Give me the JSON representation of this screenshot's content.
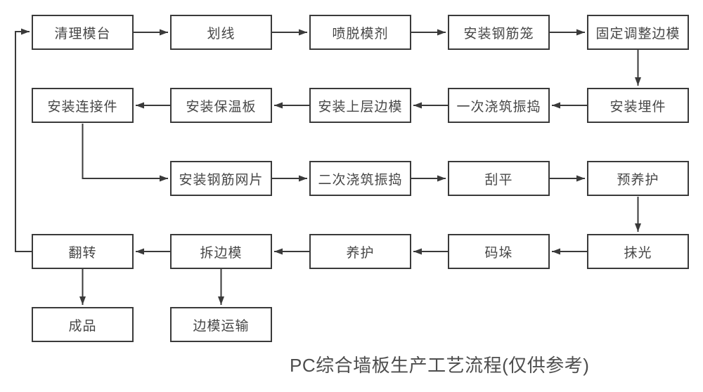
{
  "title": "PC综合墙板生产工艺流程(仅供参考)",
  "colors": {
    "line": "#3a3a3a",
    "box_border": "#3a3a3a",
    "text": "#474747",
    "background": "#ffffff"
  },
  "nodes": [
    {
      "id": "clean-mold-table",
      "label": "清理模台"
    },
    {
      "id": "marking",
      "label": "划线"
    },
    {
      "id": "spray-release-agent",
      "label": "喷脱模剂"
    },
    {
      "id": "install-rebar-cage",
      "label": "安装钢筋笼"
    },
    {
      "id": "fix-adjust-side-mold",
      "label": "固定调整边模"
    },
    {
      "id": "install-embedded-parts",
      "label": "安装埋件"
    },
    {
      "id": "first-pour-vibrate",
      "label": "一次浇筑振捣"
    },
    {
      "id": "install-upper-side-mold",
      "label": "安装上层边模"
    },
    {
      "id": "install-insulation-board",
      "label": "安装保温板"
    },
    {
      "id": "install-connectors",
      "label": "安装连接件"
    },
    {
      "id": "install-rebar-mesh",
      "label": "安装钢筋网片"
    },
    {
      "id": "second-pour-vibrate",
      "label": "二次浇筑振捣"
    },
    {
      "id": "screed",
      "label": "刮平"
    },
    {
      "id": "pre-curing",
      "label": "预养护"
    },
    {
      "id": "trowel",
      "label": "抹光"
    },
    {
      "id": "stacking",
      "label": "码垛"
    },
    {
      "id": "curing",
      "label": "养护"
    },
    {
      "id": "remove-side-mold",
      "label": "拆边模"
    },
    {
      "id": "flip",
      "label": "翻转"
    },
    {
      "id": "finished-product",
      "label": "成品"
    },
    {
      "id": "side-mold-transport",
      "label": "边模运输"
    }
  ],
  "edges": [
    {
      "from": "clean-mold-table",
      "to": "marking"
    },
    {
      "from": "marking",
      "to": "spray-release-agent"
    },
    {
      "from": "spray-release-agent",
      "to": "install-rebar-cage"
    },
    {
      "from": "install-rebar-cage",
      "to": "fix-adjust-side-mold"
    },
    {
      "from": "fix-adjust-side-mold",
      "to": "install-embedded-parts"
    },
    {
      "from": "install-embedded-parts",
      "to": "first-pour-vibrate"
    },
    {
      "from": "first-pour-vibrate",
      "to": "install-upper-side-mold"
    },
    {
      "from": "install-upper-side-mold",
      "to": "install-insulation-board"
    },
    {
      "from": "install-insulation-board",
      "to": "install-connectors"
    },
    {
      "from": "install-connectors",
      "to": "install-rebar-mesh"
    },
    {
      "from": "install-rebar-mesh",
      "to": "second-pour-vibrate"
    },
    {
      "from": "second-pour-vibrate",
      "to": "screed"
    },
    {
      "from": "screed",
      "to": "pre-curing"
    },
    {
      "from": "pre-curing",
      "to": "trowel"
    },
    {
      "from": "trowel",
      "to": "stacking"
    },
    {
      "from": "stacking",
      "to": "curing"
    },
    {
      "from": "curing",
      "to": "remove-side-mold"
    },
    {
      "from": "remove-side-mold",
      "to": "flip"
    },
    {
      "from": "flip",
      "to": "finished-product"
    },
    {
      "from": "remove-side-mold",
      "to": "side-mold-transport"
    },
    {
      "from": "flip",
      "to": "clean-mold-table"
    }
  ]
}
